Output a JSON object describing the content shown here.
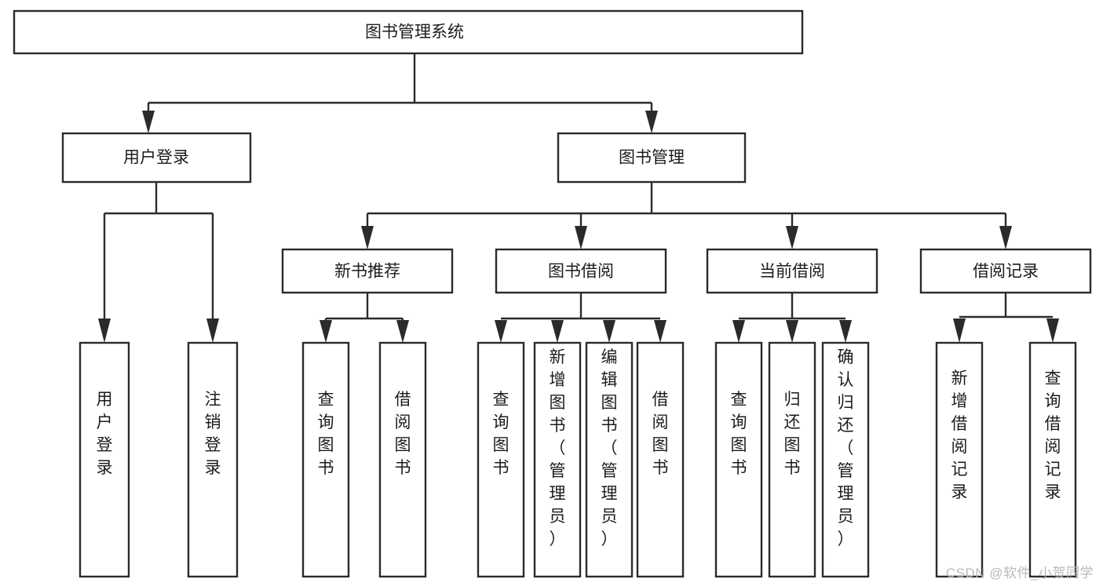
{
  "diagram": {
    "type": "tree-hierarchy-flowchart",
    "title": "图书管理系统",
    "watermark": "CSDN @软件_小贺同学",
    "colors": {
      "background": "#ffffff",
      "box_fill": "#ffffff",
      "box_stroke": "#2b2b2b",
      "text": "#1c1c1c",
      "watermark": "#b9b9b9"
    },
    "levels": [
      {
        "level": 1,
        "nodes": [
          {
            "id": "root",
            "label": "图书管理系统",
            "orientation": "horizontal"
          }
        ]
      },
      {
        "level": 2,
        "nodes": [
          {
            "id": "login",
            "label": "用户登录",
            "orientation": "horizontal",
            "parent": "root"
          },
          {
            "id": "bookmgmt",
            "label": "图书管理",
            "orientation": "horizontal",
            "parent": "root"
          }
        ]
      },
      {
        "level": 3,
        "nodes": [
          {
            "id": "newbook",
            "label": "新书推荐",
            "orientation": "horizontal",
            "parent": "bookmgmt"
          },
          {
            "id": "borrow",
            "label": "图书借阅",
            "orientation": "horizontal",
            "parent": "bookmgmt"
          },
          {
            "id": "current",
            "label": "当前借阅",
            "orientation": "horizontal",
            "parent": "bookmgmt"
          },
          {
            "id": "record",
            "label": "借阅记录",
            "orientation": "horizontal",
            "parent": "bookmgmt"
          }
        ]
      },
      {
        "level": 4,
        "nodes": [
          {
            "id": "leaf-login-1",
            "label": "用户登录",
            "orientation": "vertical",
            "parent": "login"
          },
          {
            "id": "leaf-login-2",
            "label": "注销登录",
            "orientation": "vertical",
            "parent": "login"
          },
          {
            "id": "leaf-newbook-1",
            "label": "查询图书",
            "orientation": "vertical",
            "parent": "newbook"
          },
          {
            "id": "leaf-newbook-2",
            "label": "借阅图书",
            "orientation": "vertical",
            "parent": "newbook"
          },
          {
            "id": "leaf-borrow-1",
            "label": "查询图书",
            "orientation": "vertical",
            "parent": "borrow"
          },
          {
            "id": "leaf-borrow-2",
            "label": "新增图书（管理员）",
            "orientation": "vertical",
            "parent": "borrow"
          },
          {
            "id": "leaf-borrow-3",
            "label": "编辑图书（管理员）",
            "orientation": "vertical",
            "parent": "borrow"
          },
          {
            "id": "leaf-borrow-4",
            "label": "借阅图书",
            "orientation": "vertical",
            "parent": "borrow"
          },
          {
            "id": "leaf-current-1",
            "label": "查询图书",
            "orientation": "vertical",
            "parent": "current"
          },
          {
            "id": "leaf-current-2",
            "label": "归还图书",
            "orientation": "vertical",
            "parent": "current"
          },
          {
            "id": "leaf-current-3",
            "label": "确认归还（管理员）",
            "orientation": "vertical",
            "parent": "current"
          },
          {
            "id": "leaf-record-1",
            "label": "新增借阅记录",
            "orientation": "vertical",
            "parent": "record"
          },
          {
            "id": "leaf-record-2",
            "label": "查询借阅记录",
            "orientation": "vertical",
            "parent": "record"
          }
        ]
      }
    ]
  }
}
